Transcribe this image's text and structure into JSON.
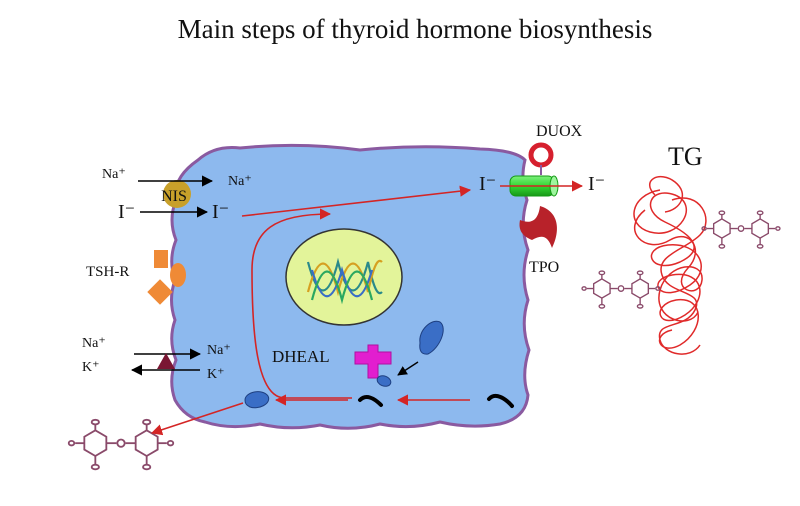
{
  "title": "Main steps of thyroid hormone biosynthesis",
  "labels": {
    "na_left": "Na⁺",
    "na_right": "Na⁺",
    "nis": "NIS",
    "iodide_left": "I⁻",
    "iodide_mid": "I⁻",
    "tsh_r": "TSH-R",
    "pump_na_left": "Na⁺",
    "pump_k_left": "K⁺",
    "pump_na_right": "Na⁺",
    "pump_k_right": "K⁺",
    "dheal": "DHEAL",
    "duox": "DUOX",
    "iodide_apical_in": "I⁻",
    "iodide_apical_out": "I⁻",
    "tpo": "TPO",
    "tg": "TG"
  },
  "colors": {
    "cell_fill": "#8db9ee",
    "cell_outline": "#8a5aa0",
    "nucleus_fill": "#e3f49a",
    "arrow_red": "#d42525",
    "nis_gold": "#c8a02a",
    "tshr_orange": "#ef8a36",
    "pump_maroon": "#7a1633",
    "dheal_magenta": "#e21ecf",
    "duox_red": "#d6202e",
    "pendrin_green": "#3ee03e",
    "tpo_red": "#b8222a",
    "tg_red": "#e02a2a",
    "hormone_purple": "#8a4a6a",
    "vesicle_blue": "#3a6ec6"
  },
  "icons": {
    "nis": "nis-transporter-icon",
    "tshr": "tsh-receptor-icon",
    "pump": "na-k-pump-icon",
    "dheal": "dheal-cross-icon",
    "duox": "duox-ring-icon",
    "pendrin": "pendrin-channel-icon",
    "tpo": "tpo-enzyme-icon",
    "dna": "dna-helix-icon",
    "tg": "thyroglobulin-coil-icon",
    "hormone": "thyroid-hormone-structure-icon"
  }
}
